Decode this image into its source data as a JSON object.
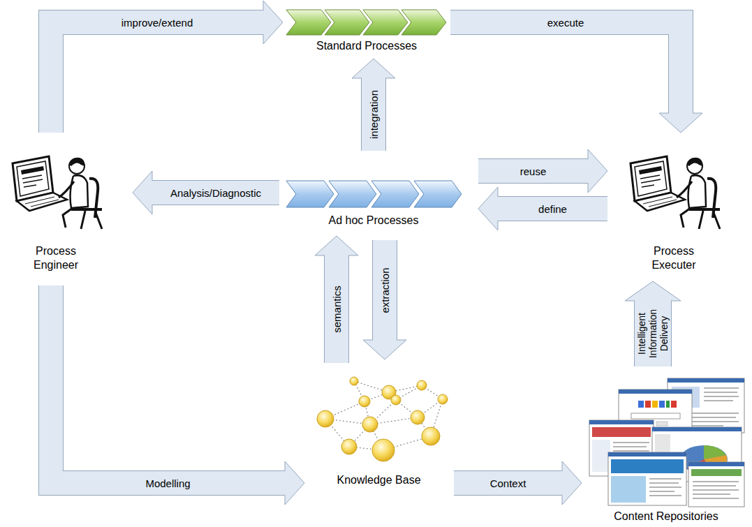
{
  "diagram": {
    "nodes": [
      {
        "text": [
          "Process Engineer"
        ]
      },
      {
        "text": [
          "Standard Processes"
        ]
      },
      {
        "text": [
          "Ad hoc Processes"
        ]
      },
      {
        "text": [
          "Process Executer"
        ]
      },
      {
        "text": [
          "Knowledge Base"
        ]
      },
      {
        "text": [
          "Content Repositories"
        ]
      }
    ],
    "edges": [
      {
        "from": 0,
        "to": 1,
        "label": "improve/extend",
        "arrow": "to"
      },
      {
        "from": 1,
        "to": 3,
        "label": "execute",
        "arrow": "to"
      },
      {
        "from": 2,
        "to": 0,
        "label": "Analysis/Diagnostic",
        "arrow": "to"
      },
      {
        "from": 2,
        "to": 1,
        "label": "integration",
        "arrow": "to"
      },
      {
        "from": 2,
        "to": 3,
        "label": "reuse",
        "arrow": "to"
      },
      {
        "from": 3,
        "to": 2,
        "label": "define",
        "arrow": "to"
      },
      {
        "from": 4,
        "to": 2,
        "label": "semantics",
        "arrow": "to"
      },
      {
        "from": 2,
        "to": 4,
        "label": "extraction",
        "arrow": "to"
      },
      {
        "from": 0,
        "to": 4,
        "label": "Modelling",
        "arrow": "to"
      },
      {
        "from": 4,
        "to": 5,
        "label": "Context",
        "arrow": "to"
      },
      {
        "from": 5,
        "to": 3,
        "label": "Intelligent Information Delivery",
        "arrow": "to"
      }
    ]
  }
}
